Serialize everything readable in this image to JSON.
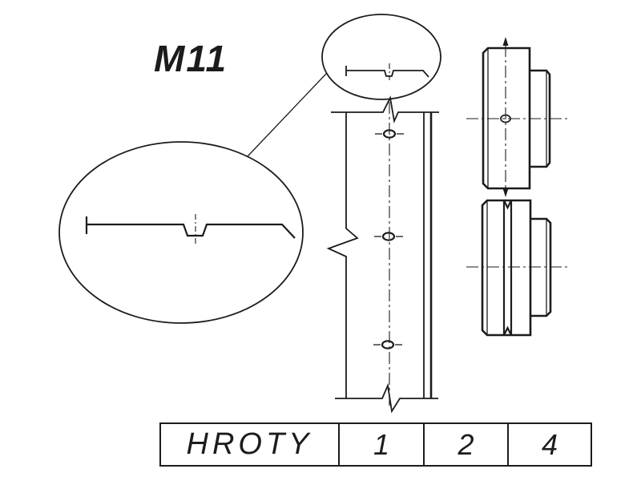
{
  "part_label": "M11",
  "table": {
    "header": "HROTY",
    "values": [
      "1",
      "2",
      "4"
    ]
  },
  "colors": {
    "line": "#1c1c1c",
    "background": "#ffffff"
  }
}
